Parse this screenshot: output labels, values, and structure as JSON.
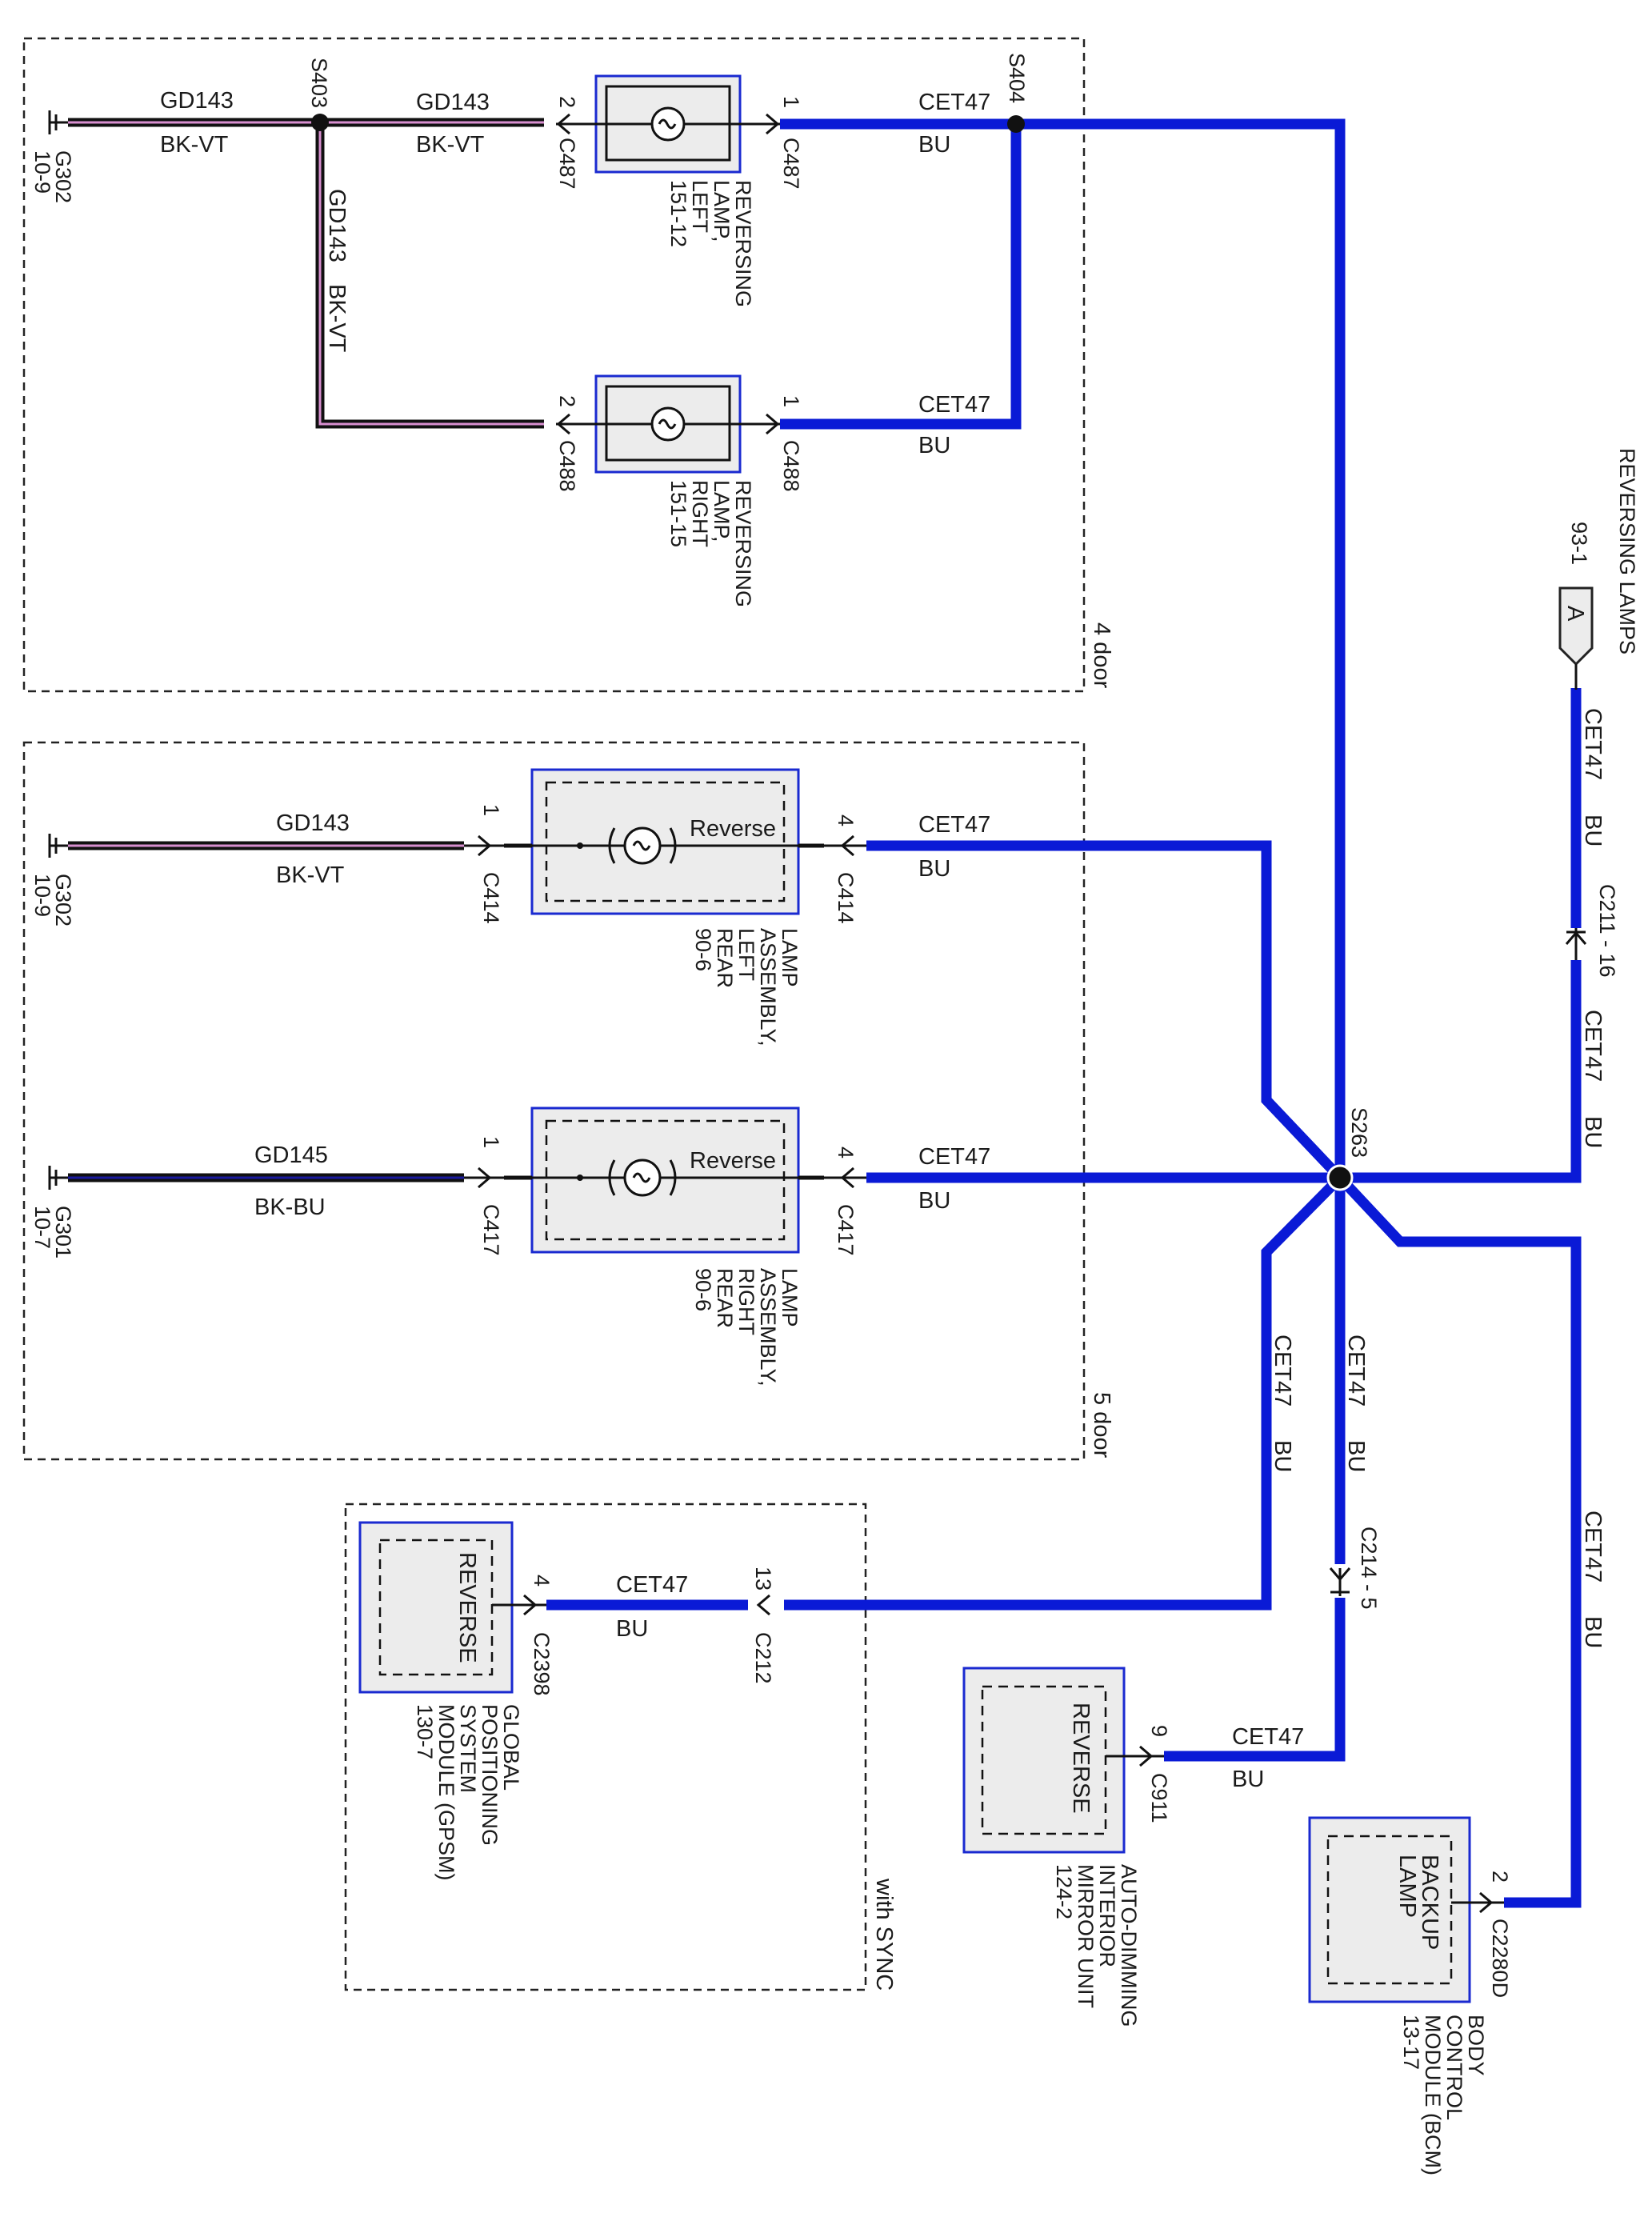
{
  "frames": {
    "four_door": "4 door",
    "five_door": "5 door",
    "with_sync": "with SYNC"
  },
  "grounds": {
    "g302_top": {
      "name": "G302",
      "ref": "10-9"
    },
    "g302_mid": {
      "name": "G302",
      "ref": "10-9"
    },
    "g301": {
      "name": "G301",
      "ref": "10-7"
    }
  },
  "splices": {
    "s403": "S403",
    "s404": "S404",
    "s263": "S263"
  },
  "wires": {
    "gd143": "GD143",
    "gd145": "GD145",
    "bk_vt": "BK-VT",
    "bk_bu": "BK-BU",
    "cet47": "CET47",
    "bu": "BU"
  },
  "connectors": {
    "c487": "C487",
    "c488": "C488",
    "c414": "C414",
    "c417": "C417",
    "c2398": "C2398",
    "c212": "C212",
    "c911": "C911",
    "c2280d": "C2280D",
    "c211_16": "C211 - 16",
    "c214_5": "C214 - 5"
  },
  "pins": {
    "p1": "1",
    "p2": "2",
    "p4": "4",
    "p9": "9",
    "p13": "13"
  },
  "components": {
    "rev_lamp_left": [
      "REVERSING",
      "LAMP,",
      "LEFT",
      "151-12"
    ],
    "rev_lamp_right": [
      "REVERSING",
      "LAMP,",
      "RIGHT",
      "151-15"
    ],
    "lamp_left_rear": [
      "LAMP",
      "ASSEMBLY,",
      "LEFT",
      "REAR",
      "90-6"
    ],
    "lamp_right_rear": [
      "LAMP",
      "ASSEMBLY,",
      "RIGHT",
      "REAR",
      "90-6"
    ],
    "gpsm": [
      "GLOBAL",
      "POSITIONING",
      "SYSTEM",
      "MODULE (GPSM)",
      "130-7"
    ],
    "mirror": [
      "AUTO-DIMMING",
      "INTERIOR",
      "MIRROR UNIT",
      "124-2"
    ],
    "bcm": [
      "BODY",
      "CONTROL",
      "MODULE (BCM)",
      "13-17"
    ]
  },
  "internal_labels": {
    "reverse": "Reverse",
    "reverse_caps": "REVERSE",
    "backup_lamp": [
      "BACKUP",
      "LAMP"
    ]
  },
  "offpage": {
    "title": "REVERSING LAMPS",
    "ref": "93-1",
    "letter": "A"
  },
  "colors": {
    "bu_wire": "#0a1ad6",
    "bk_wire": "#111111",
    "vt_stripe": "#d88fd0",
    "bu_stripe": "#1a1a9e",
    "box_border": "#1a2ad0"
  }
}
